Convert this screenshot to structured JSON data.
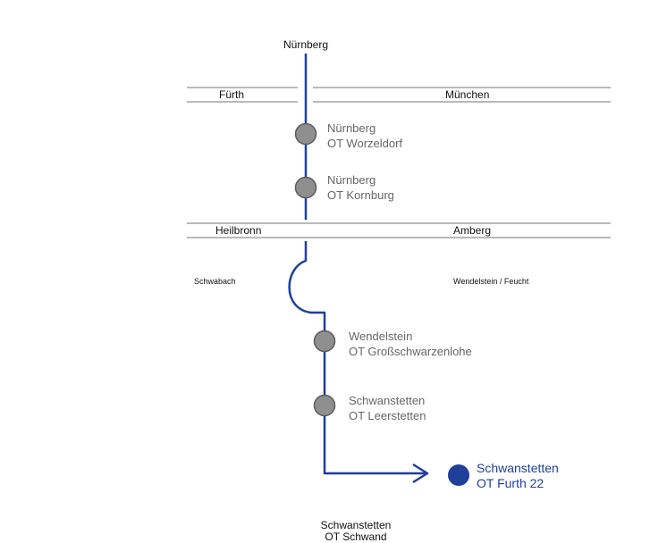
{
  "colors": {
    "route": "#1f3f9a",
    "road": "#b9b9b9",
    "stop_fill": "#8f8f8f",
    "stop_stroke": "#5b5b5b",
    "destination": "#1f3f9a"
  },
  "origin": "Nürnberg",
  "highways": [
    {
      "left": "Fürth",
      "right": "München"
    },
    {
      "left": "Heilbronn",
      "right": "Amberg"
    }
  ],
  "exits": {
    "left": "Schwabach",
    "right": "Wendelstein / Feucht"
  },
  "stops": [
    {
      "line1": "Nürnberg",
      "line2": "OT Worzeldorf"
    },
    {
      "line1": "Nürnberg",
      "line2": "OT Kornburg"
    },
    {
      "line1": "Wendelstein",
      "line2": "OT Großschwarzenlohe"
    },
    {
      "line1": "Schwanstetten",
      "line2": "OT Leerstetten"
    }
  ],
  "destination": {
    "line1": "Schwanstetten",
    "line2": "OT Furth 22"
  },
  "bottom_label": {
    "line1": "Schwanstetten",
    "line2": "OT Schwand"
  }
}
